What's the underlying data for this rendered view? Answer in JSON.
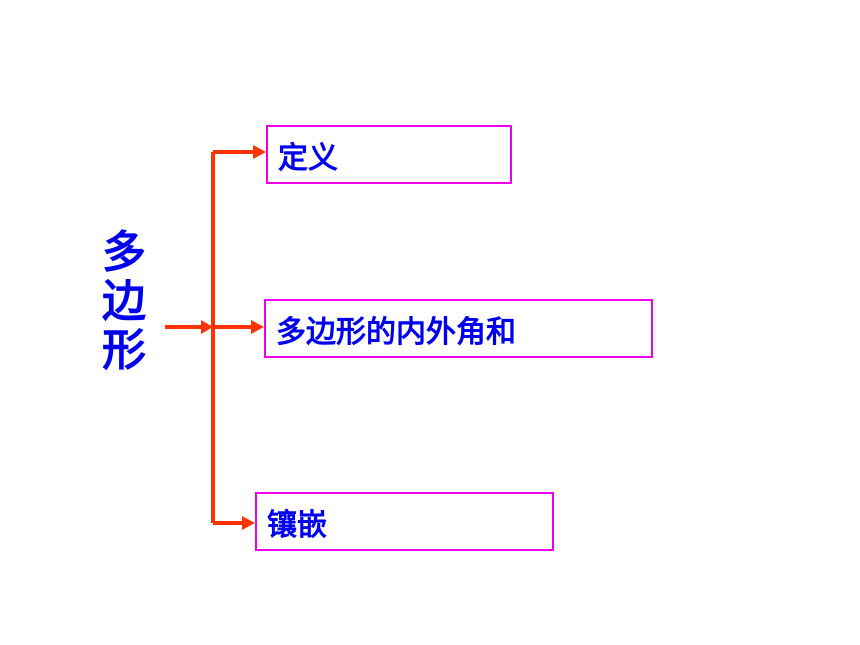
{
  "root": {
    "chars": [
      "多",
      "边",
      "形"
    ]
  },
  "children": [
    {
      "label": "定义"
    },
    {
      "label": "多边形的内外角和"
    },
    {
      "label": "镶嵌"
    }
  ],
  "colors": {
    "root_text": "#0000ee",
    "node_text": "#0000ee",
    "node_border": "#ee00ee",
    "connector": "#ff3300"
  }
}
